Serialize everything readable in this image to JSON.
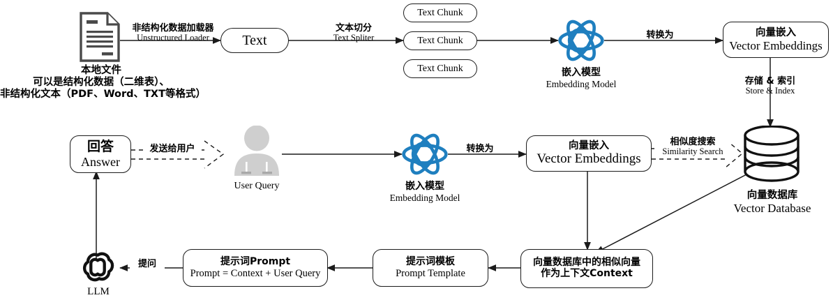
{
  "diagram": {
    "title": "RAG Retrieval Augmented Generation Flow",
    "colors": {
      "stroke": "#1b1b1b",
      "text": "#000000",
      "embedding_blue": "#1f7fbf",
      "doc_gray": "#4a4a4a",
      "user_gray": "#cccccc",
      "llm_black": "#111111"
    }
  },
  "nodes": {
    "local_file": {
      "icon": "document-icon",
      "caption_line1": "本地文件",
      "caption_line2": "可以是结构化数据（二维表）、",
      "caption_line3": "非结构化文本（PDF、Word、TXT等格式）"
    },
    "text": {
      "label": "Text"
    },
    "chunk1": {
      "label": "Text Chunk"
    },
    "chunk2": {
      "label": "Text Chunk"
    },
    "chunk3": {
      "label": "Text Chunk"
    },
    "embedding_model_top": {
      "icon": "atom-embedding-icon",
      "caption_cn": "嵌入模型",
      "caption_en": "Embedding Model"
    },
    "vector_embeddings_top": {
      "label_cn": "向量嵌入",
      "label_en": "Vector Embeddings"
    },
    "vector_database": {
      "icon": "database-cylinder-icon",
      "caption_cn": "向量数据库",
      "caption_en": "Vector Database"
    },
    "answer": {
      "label_cn": "回答",
      "label_en": "Answer"
    },
    "user_query": {
      "icon": "user-avatar-icon",
      "caption": "User Query"
    },
    "embedding_model_mid": {
      "icon": "atom-embedding-icon",
      "caption_cn": "嵌入模型",
      "caption_en": "Embedding Model"
    },
    "vector_embeddings_mid": {
      "label_cn": "向量嵌入",
      "label_en": "Vector Embeddings"
    },
    "context": {
      "line1": "向量数据库中的相似向量",
      "line2": "作为上下文Context"
    },
    "prompt_template": {
      "label_cn": "提示词模板",
      "label_en": "Prompt Template"
    },
    "prompt": {
      "label_cn": "提示词Prompt",
      "label_en": "Prompt = Context + User Query"
    },
    "llm": {
      "icon": "openai-llm-icon",
      "caption": "LLM"
    }
  },
  "edges": {
    "loader": {
      "cn": "非结构化数据加载器",
      "en": "Unstructured Loader"
    },
    "splitter": {
      "cn": "文本切分",
      "en": "Text Spliter"
    },
    "convert_top": {
      "cn": "转换为"
    },
    "store_index": {
      "cn": "存储 & 索引",
      "en": "Store & Index"
    },
    "send_to_user": {
      "cn": "发送给用户"
    },
    "convert_mid": {
      "cn": "转换为"
    },
    "similarity_search": {
      "cn": "相似度搜索",
      "en": "Similarity Search"
    },
    "ask": {
      "cn": "提问"
    }
  }
}
